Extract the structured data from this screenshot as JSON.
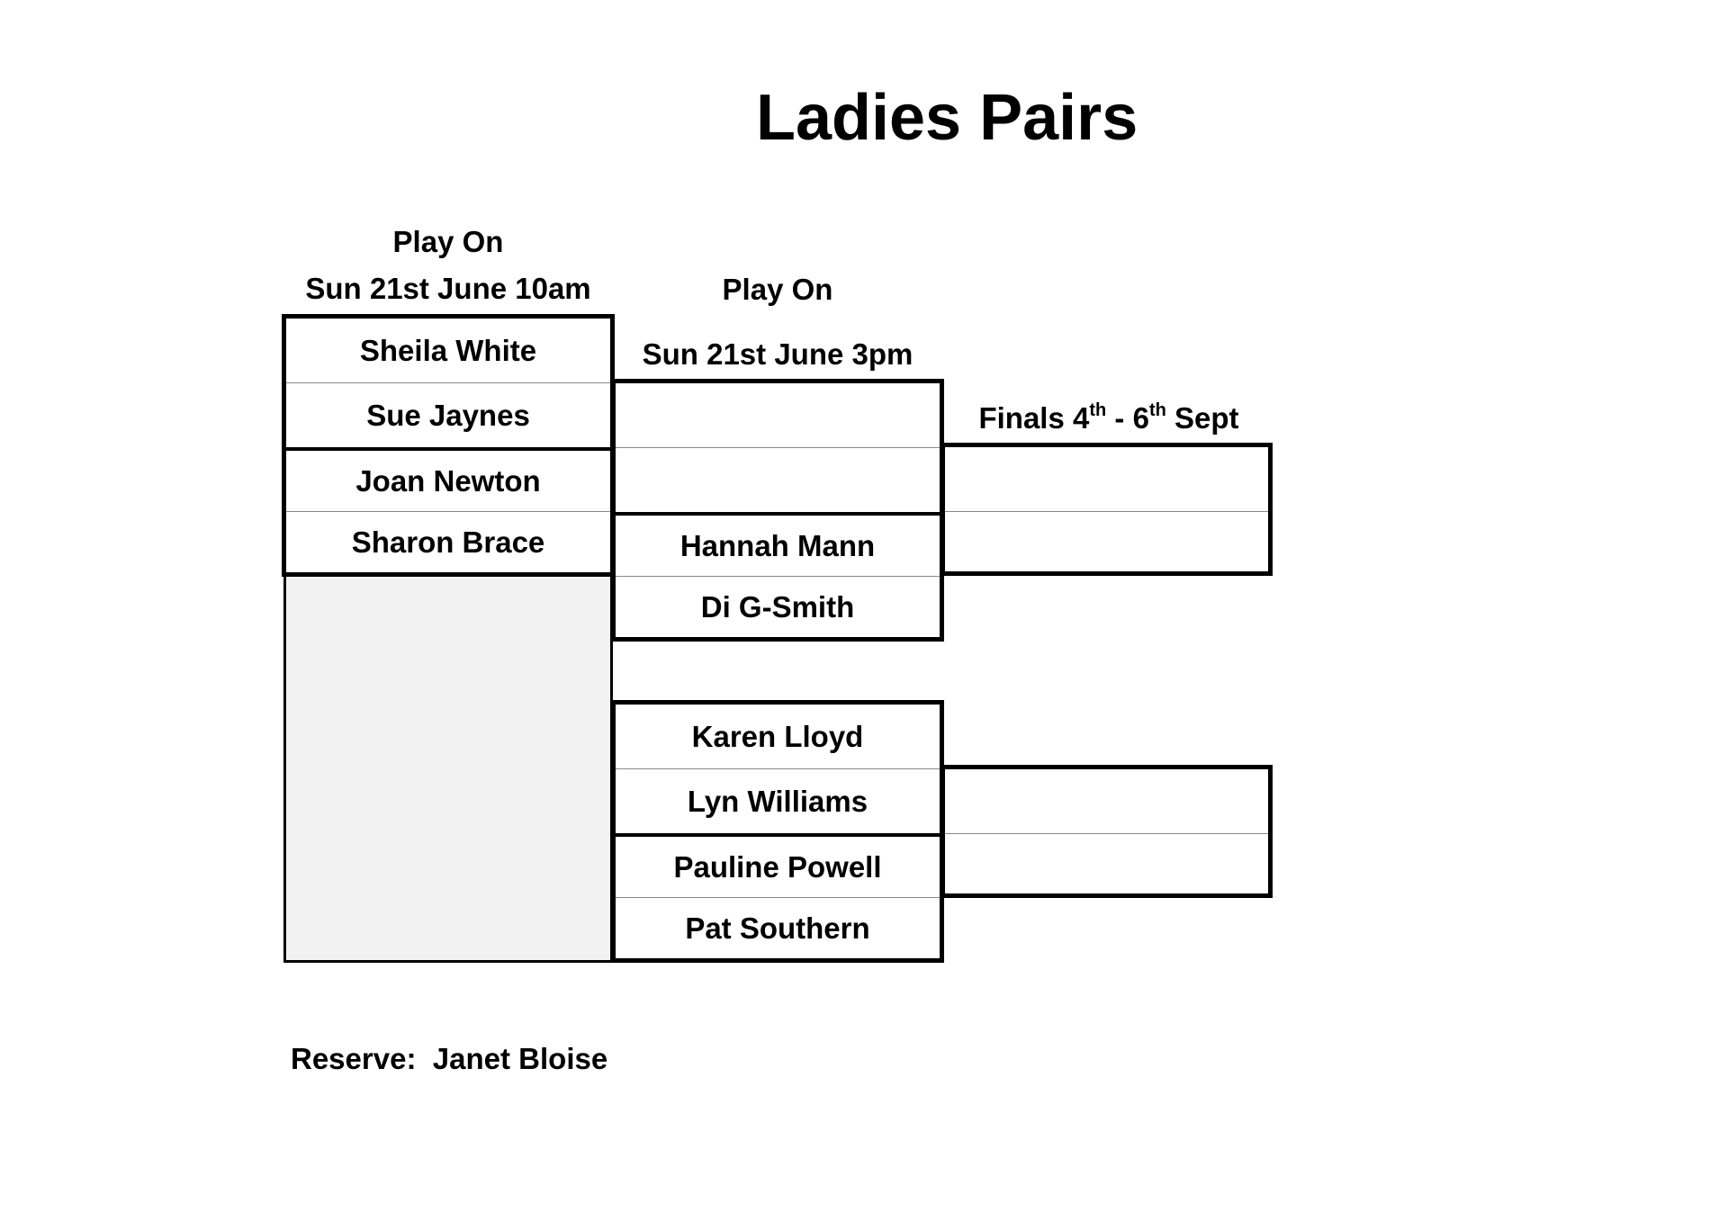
{
  "title": "Ladies Pairs",
  "round1": {
    "header_line1": "Play On",
    "header_line2": "Sun 21st June 10am",
    "players": [
      "Sheila White",
      "Sue Jaynes",
      "Joan Newton",
      "Sharon Brace"
    ]
  },
  "round2": {
    "header_line1": "Play On",
    "header_line2": "Sun 21st June 3pm",
    "top_group": [
      "",
      "",
      "Hannah Mann",
      "Di G-Smith"
    ],
    "bottom_group": [
      "Karen Lloyd",
      "Lyn Williams",
      "Pauline Powell",
      "Pat Southern"
    ]
  },
  "finals": {
    "header_prefix": "Finals 4",
    "sup1": "th",
    "header_mid": " - 6",
    "sup2": "th",
    "header_suffix": " Sept",
    "top_group": [
      "",
      ""
    ],
    "bottom_group": [
      "",
      ""
    ]
  },
  "reserve": {
    "label": "Reserve:",
    "name": "Janet Bloise"
  }
}
